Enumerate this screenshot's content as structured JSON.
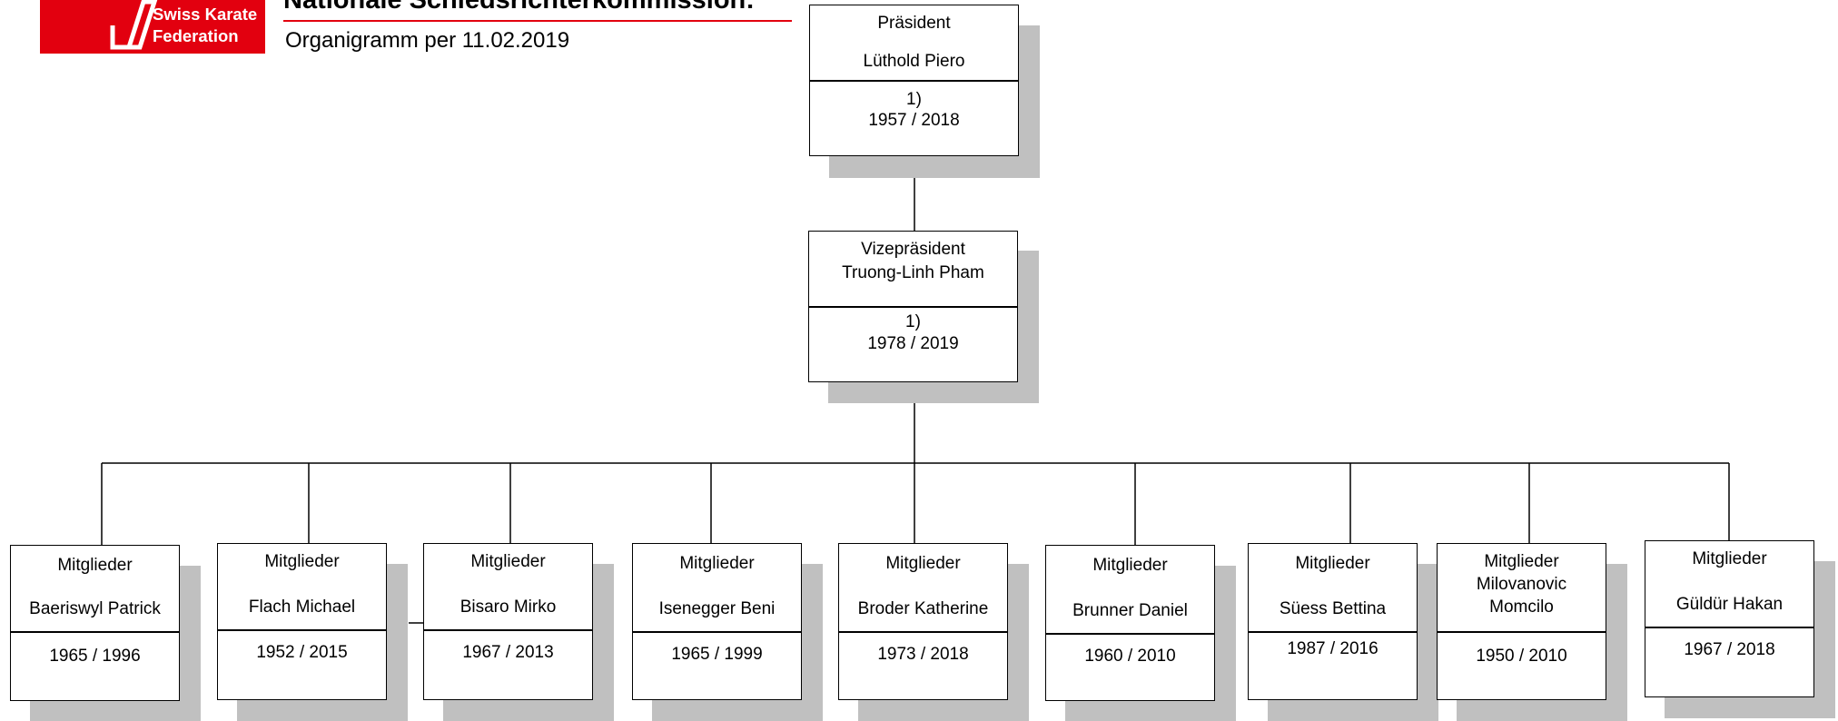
{
  "logo": {
    "line1": "Swiss Karate",
    "line2": "Federation"
  },
  "header": {
    "title": "Nationale Schiedsrichterkommission:",
    "subtitle": "Organigramm per 11.02.2019"
  },
  "president": {
    "role": "Präsident",
    "name": "Lüthold Piero",
    "note": "1)",
    "years": "1957 / 2018"
  },
  "vice_president": {
    "role": "Vizepräsident",
    "name": "Truong-Linh Pham",
    "note": "1)",
    "years": "1978 / 2019"
  },
  "members": [
    {
      "role": "Mitglieder",
      "name": "Baeriswyl Patrick",
      "years": "1965 / 1996"
    },
    {
      "role": "Mitglieder",
      "name": "Flach Michael",
      "years": "1952 / 2015"
    },
    {
      "role": "Mitglieder",
      "name": "Bisaro Mirko",
      "years": "1967 / 2013"
    },
    {
      "role": "Mitglieder",
      "name": "Isenegger Beni",
      "years": "1965 / 1999"
    },
    {
      "role": "Mitglieder",
      "name": "Broder Katherine",
      "years": "1973 / 2018"
    },
    {
      "role": "Mitglieder",
      "name": "Brunner Daniel",
      "years": "1960 / 2010"
    },
    {
      "role": "Mitglieder",
      "name": "Süess Bettina",
      "years": "1987 / 2016"
    },
    {
      "role": "Mitglieder",
      "name": "Milovanovic Momcilo",
      "years": "1950 / 2010"
    },
    {
      "role": "Mitglieder",
      "name": "Güldür Hakan",
      "years": "1967 / 2018"
    }
  ]
}
